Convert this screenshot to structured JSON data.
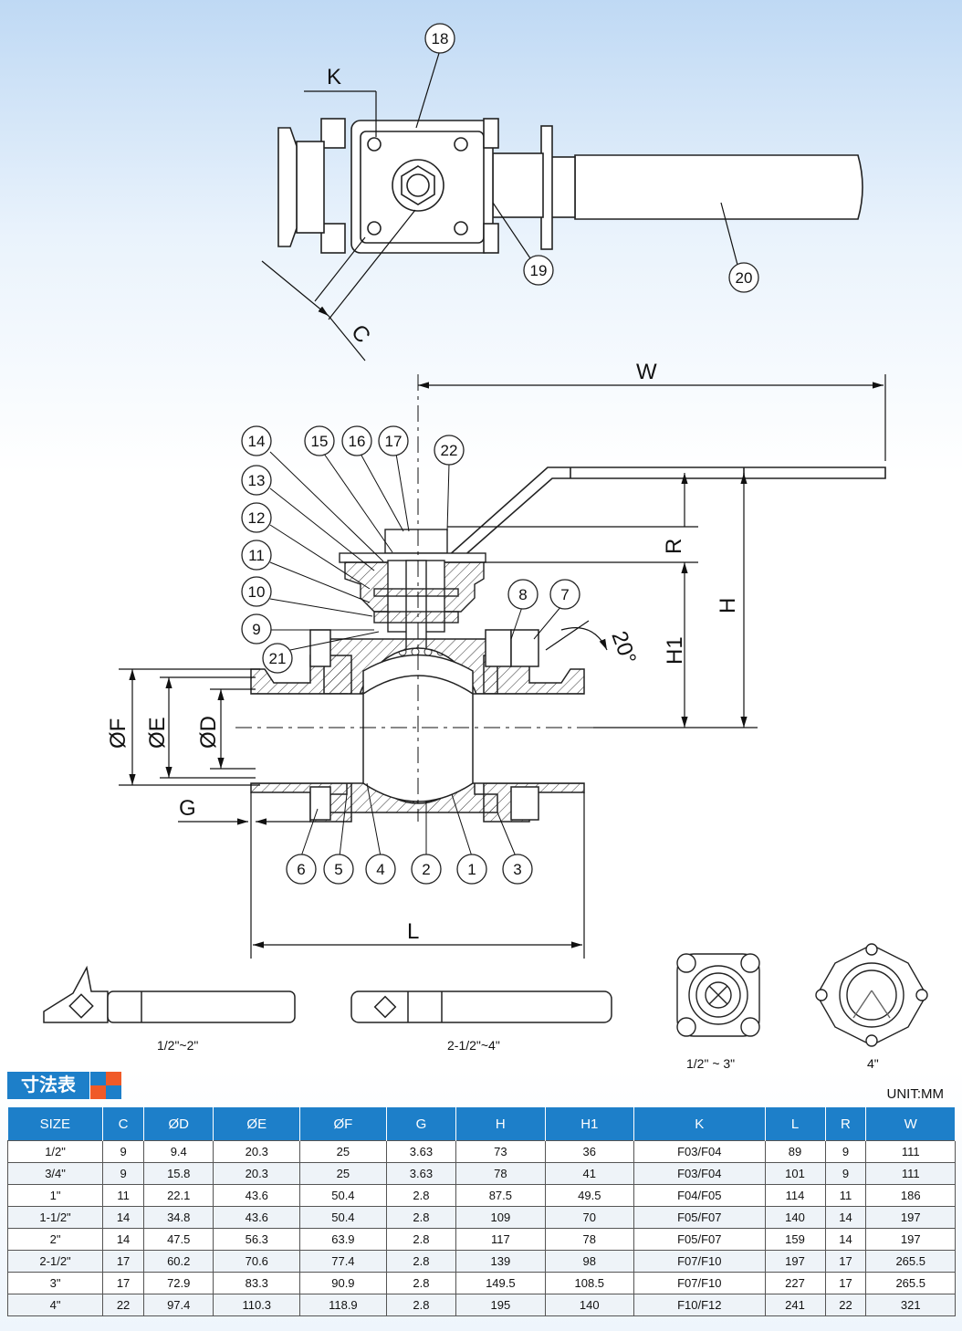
{
  "dimension_labels": {
    "K": "K",
    "C": "C",
    "W": "W",
    "R": "R",
    "H": "H",
    "H1": "H1",
    "F": "ØF",
    "E": "ØE",
    "D": "ØD",
    "G": "G",
    "L": "L",
    "angle": "20°"
  },
  "balloons": [
    "1",
    "2",
    "3",
    "4",
    "5",
    "6",
    "7",
    "8",
    "9",
    "10",
    "11",
    "12",
    "13",
    "14",
    "15",
    "16",
    "17",
    "18",
    "19",
    "20",
    "21",
    "22"
  ],
  "captions": {
    "handle_small": "1/2\"~2\"",
    "handle_large": "2-1/2\"~4\"",
    "flange_small": "1/2\" ~ 3\"",
    "flange_large": "4\""
  },
  "table_title": "寸法表",
  "unit": "UNIT:MM",
  "table": {
    "headers": [
      "SIZE",
      "C",
      "ØD",
      "ØE",
      "ØF",
      "G",
      "H",
      "H1",
      "K",
      "L",
      "R",
      "W"
    ],
    "rows": [
      [
        "1/2\"",
        "9",
        "9.4",
        "20.3",
        "25",
        "3.63",
        "73",
        "36",
        "F03/F04",
        "89",
        "9",
        "111"
      ],
      [
        "3/4\"",
        "9",
        "15.8",
        "20.3",
        "25",
        "3.63",
        "78",
        "41",
        "F03/F04",
        "101",
        "9",
        "111"
      ],
      [
        "1\"",
        "11",
        "22.1",
        "43.6",
        "50.4",
        "2.8",
        "87.5",
        "49.5",
        "F04/F05",
        "114",
        "11",
        "186"
      ],
      [
        "1-1/2\"",
        "14",
        "34.8",
        "43.6",
        "50.4",
        "2.8",
        "109",
        "70",
        "F05/F07",
        "140",
        "14",
        "197"
      ],
      [
        "2\"",
        "14",
        "47.5",
        "56.3",
        "63.9",
        "2.8",
        "117",
        "78",
        "F05/F07",
        "159",
        "14",
        "197"
      ],
      [
        "2-1/2\"",
        "17",
        "60.2",
        "70.6",
        "77.4",
        "2.8",
        "139",
        "98",
        "F07/F10",
        "197",
        "17",
        "265.5"
      ],
      [
        "3\"",
        "17",
        "72.9",
        "83.3",
        "90.9",
        "2.8",
        "149.5",
        "108.5",
        "F07/F10",
        "227",
        "17",
        "265.5"
      ],
      [
        "4\"",
        "22",
        "97.4",
        "110.3",
        "118.9",
        "2.8",
        "195",
        "140",
        "F10/F12",
        "241",
        "22",
        "321"
      ]
    ]
  }
}
